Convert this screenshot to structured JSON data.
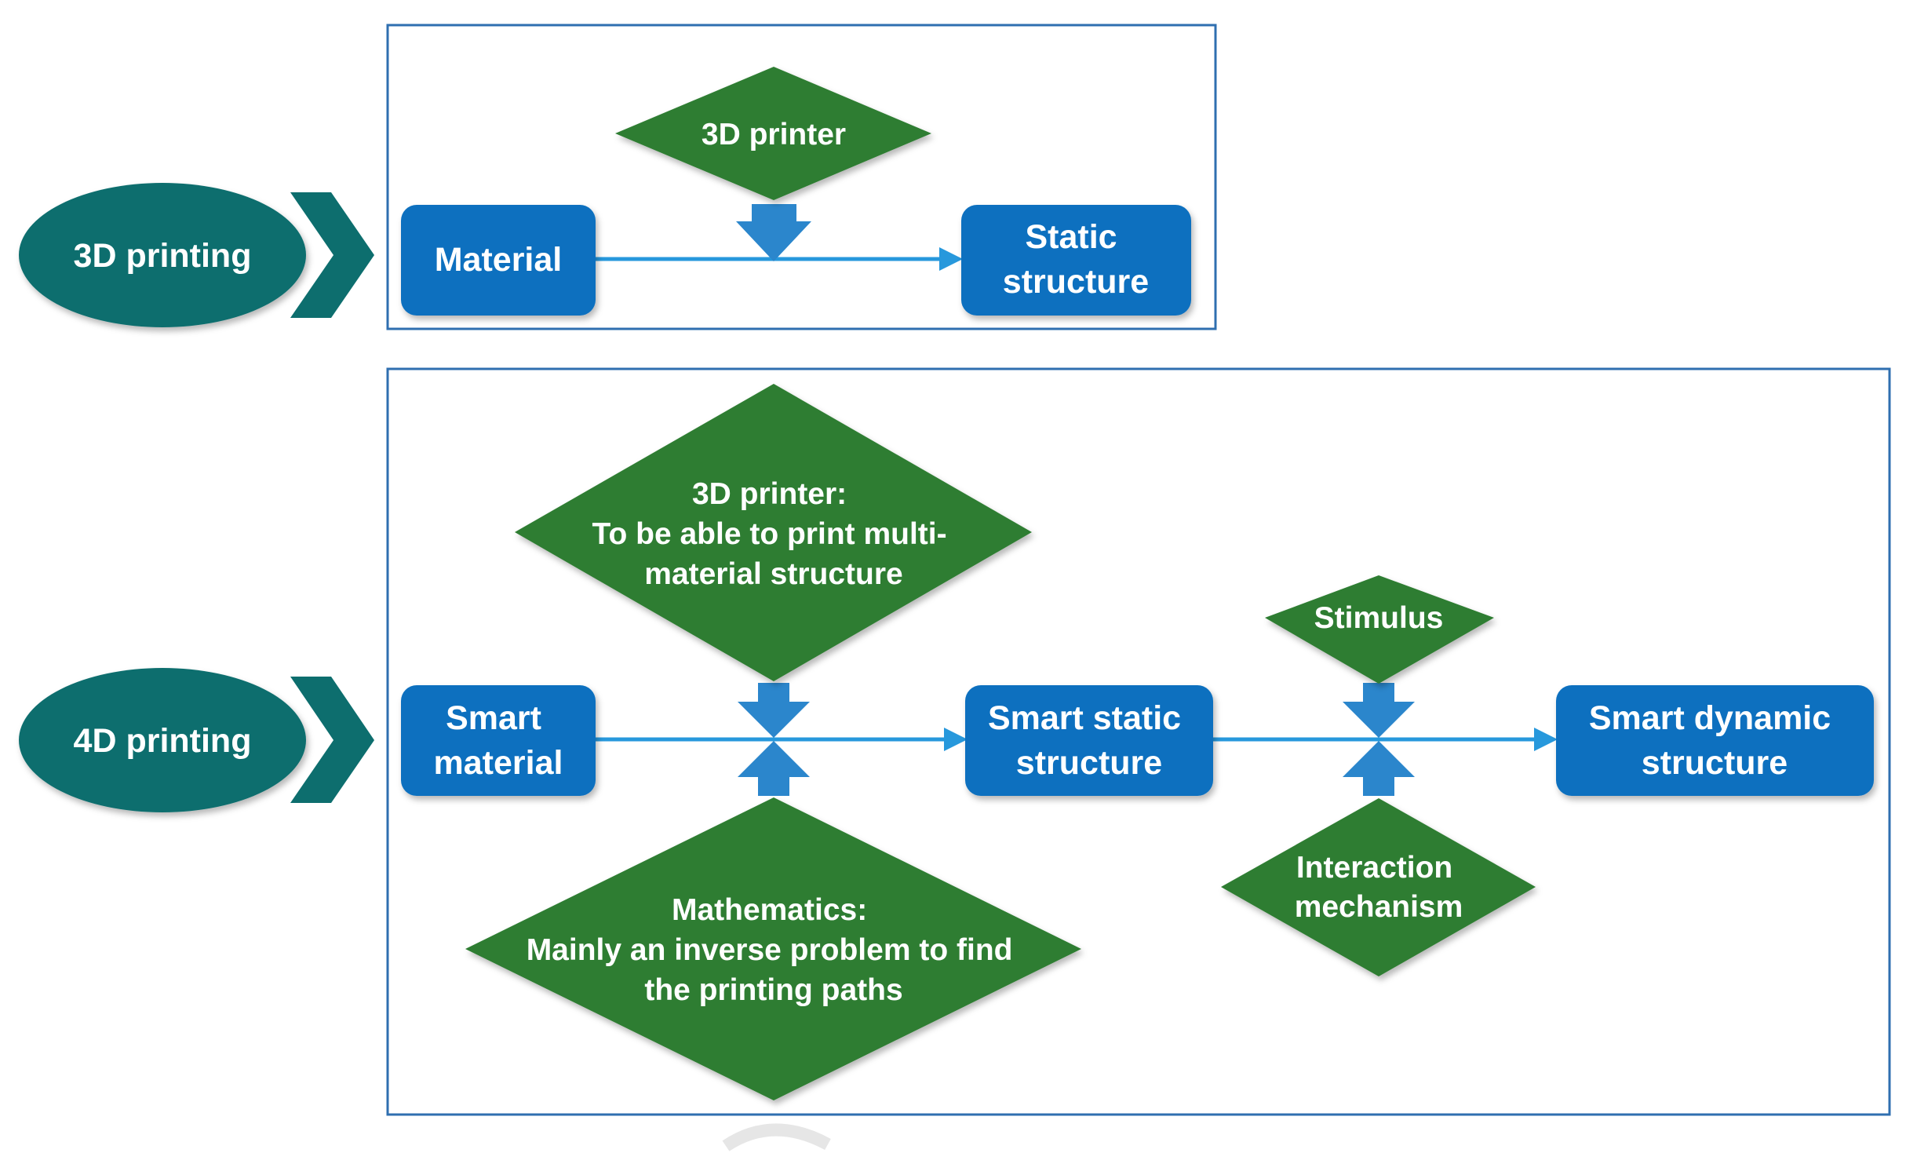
{
  "colors": {
    "blue_box": "#0a70bf",
    "green": "#2e7d32",
    "teal": "#0d6e6e",
    "arrow_blue": "#2798dc",
    "frame": "#2f6fb0"
  },
  "rows": {
    "d3": {
      "label": "3D printing",
      "material": [
        "Material"
      ],
      "printer": [
        "3D printer"
      ],
      "result": [
        "Static",
        "structure"
      ]
    },
    "d4": {
      "label": "4D printing",
      "material": [
        "Smart",
        "material"
      ],
      "printer": [
        "3D printer:",
        "To be able to print multi-",
        "material structure"
      ],
      "math": [
        "Mathematics:",
        "Mainly an inverse problem to find",
        "the printing paths"
      ],
      "static": [
        "Smart static",
        "structure"
      ],
      "stimulus": [
        "Stimulus"
      ],
      "interaction": [
        "Interaction",
        "mechanism"
      ],
      "dynamic": [
        "Smart dynamic",
        "structure"
      ]
    }
  }
}
